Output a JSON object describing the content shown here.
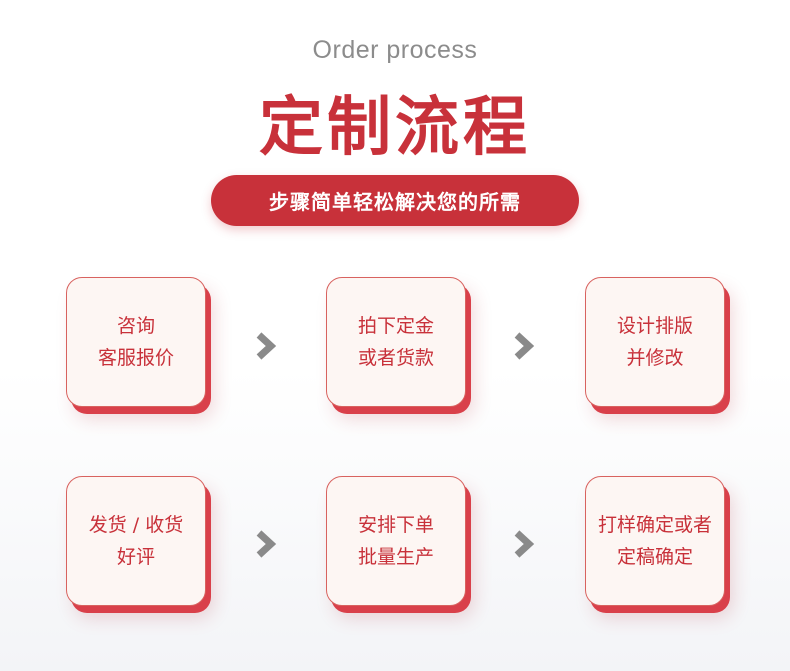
{
  "header": {
    "subtitle_en": "Order process",
    "title_cn": "定制流程",
    "tagline": "步骤简单轻松解决您的所需"
  },
  "steps": [
    {
      "line1": "咨询",
      "line2": "客服报价"
    },
    {
      "line1": "拍下定金",
      "line2": "或者货款"
    },
    {
      "line1": "设计排版",
      "line2": "并修改"
    },
    {
      "line1": "发货 / 收货",
      "line2": "好评"
    },
    {
      "line1": "安排下单",
      "line2": "批量生产"
    },
    {
      "line1": "打样确定或者",
      "line2": "定稿确定"
    }
  ],
  "colors": {
    "accent": "#c8313a",
    "box_bg": "#fdf6f3",
    "arrow": "#8a8a8a",
    "subtitle": "#8c8c8c"
  },
  "icons": {
    "arrow": "chevron-right-icon"
  }
}
